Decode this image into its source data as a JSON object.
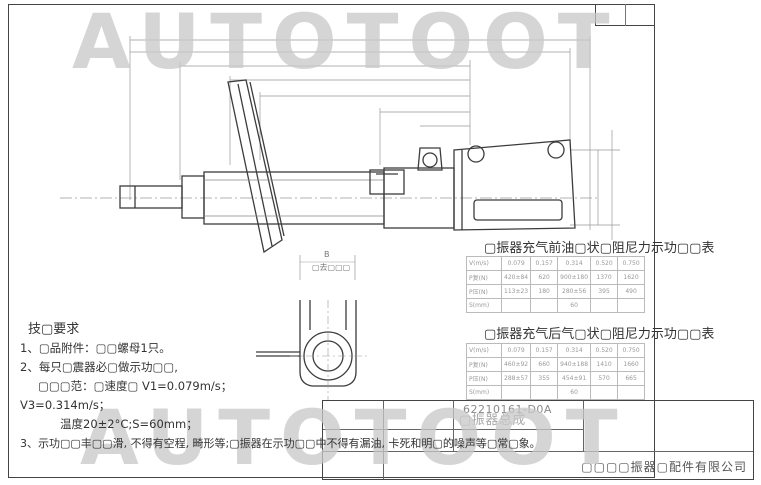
{
  "watermark": "AUTOTOOT",
  "table1": {
    "title": "▢振器充气前油▢状▢阻尼力示功▢▢表",
    "rows": [
      [
        "V(m/s)",
        "0.079",
        "0.157",
        "0.314",
        "0.520",
        "0.750"
      ],
      [
        "P复(N)",
        "420±84",
        "620",
        "900±180",
        "1370",
        "1620"
      ],
      [
        "P压(N)",
        "113±23",
        "180",
        "280±56",
        "395",
        "490"
      ],
      [
        "S(mm)",
        "",
        "",
        "60",
        "",
        ""
      ]
    ]
  },
  "table2": {
    "title": "▢振器充气后气▢状▢阻尼力示功▢▢表",
    "rows": [
      [
        "V(m/s)",
        "0.079",
        "0.157",
        "0.314",
        "0.520",
        "0.750"
      ],
      [
        "P复(N)",
        "460±92",
        "660",
        "940±188",
        "1410",
        "1660"
      ],
      [
        "P压(N)",
        "288±57",
        "355",
        "454±91",
        "570",
        "665"
      ],
      [
        "S(mm)",
        "",
        "",
        "60",
        "",
        ""
      ]
    ]
  },
  "notes": {
    "heading": "技▢要求",
    "line1": "1、▢品附件：▢▢螺母1只。",
    "line2": "2、每只▢震器必▢做示功▢▢,",
    "line3": "▢▢▢范：▢速度▢ V1=0.079m/s；",
    "line4": "V3=0.314m/s；",
    "line5": "温度20±2°C;S=60mm；",
    "line6": "3、示功▢▢丰▢▢滑, 不得有空程, 畸形等;▢振器在示功▢▢中不得有漏油, 卡死和明▢的噪声等▢常▢象。"
  },
  "drawing": {
    "section_label": "B",
    "section_caption": "▢去▢▢▢"
  },
  "title_block": {
    "part_name": "▢振器总成",
    "part_number": "62210161-D0A",
    "company": "▢▢▢▢振器▢配件有限公司"
  },
  "colors": {
    "line": "#3c3c3c",
    "watermark": "#c8c8c8"
  }
}
